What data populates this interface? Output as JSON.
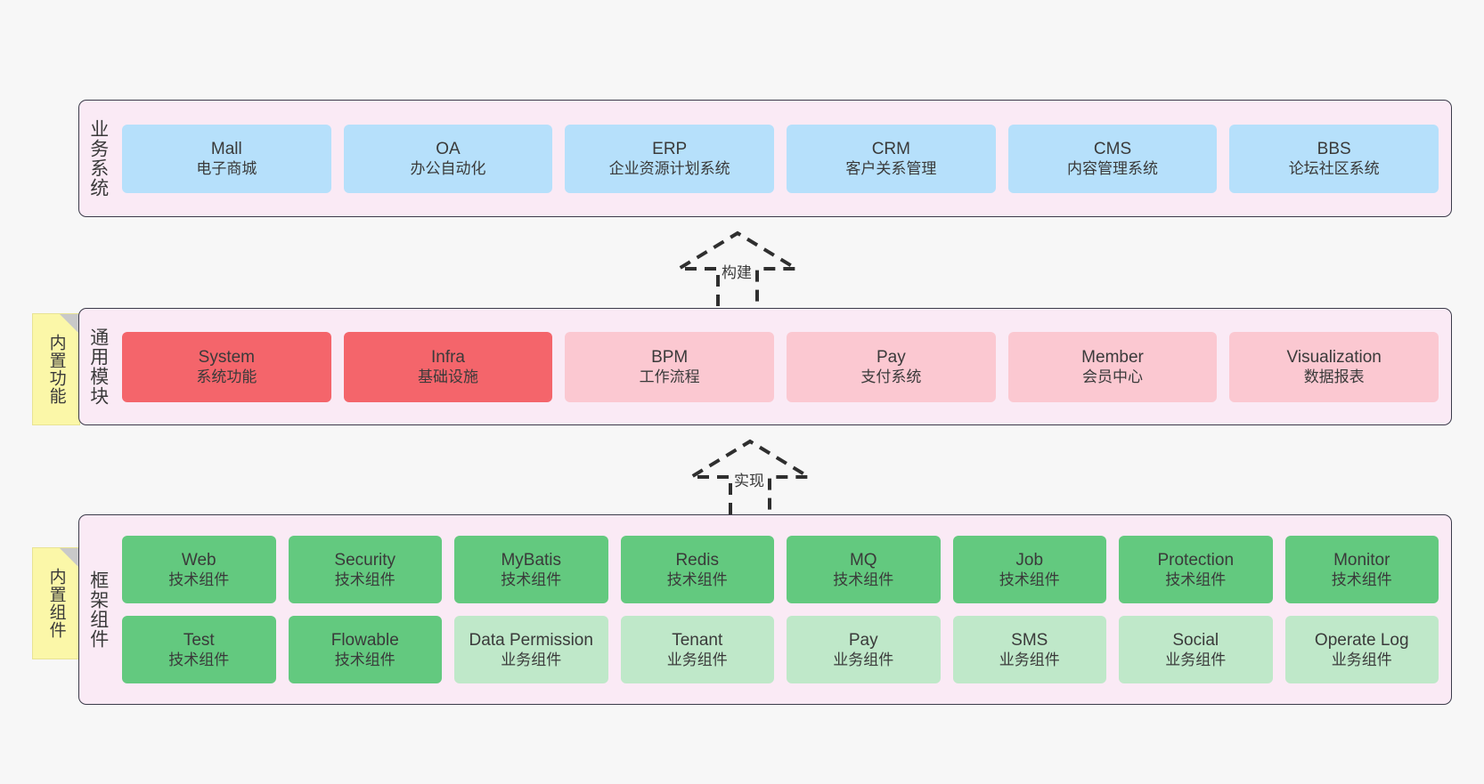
{
  "page": {
    "background": "#f7f7f7",
    "accent_layer_bg": "#faeaf5",
    "note_bg": "#fbf7a8"
  },
  "layers": [
    {
      "id": "business",
      "label": "业务系统",
      "cards": [
        {
          "name": "Mall",
          "desc": "电子商城",
          "color": "#b6e0fb"
        },
        {
          "name": "OA",
          "desc": "办公自动化",
          "color": "#b6e0fb"
        },
        {
          "name": "ERP",
          "desc": "企业资源计划系统",
          "color": "#b6e0fb"
        },
        {
          "name": "CRM",
          "desc": "客户关系管理",
          "color": "#b6e0fb"
        },
        {
          "name": "CMS",
          "desc": "内容管理系统",
          "color": "#b6e0fb"
        },
        {
          "name": "BBS",
          "desc": "论坛社区系统",
          "color": "#b6e0fb"
        }
      ]
    },
    {
      "id": "module",
      "label": "通用模块",
      "note": "内置功能",
      "cards": [
        {
          "name": "System",
          "desc": "系统功能",
          "color": "#f4656b"
        },
        {
          "name": "Infra",
          "desc": "基础设施",
          "color": "#f4656b"
        },
        {
          "name": "BPM",
          "desc": "工作流程",
          "color": "#fbc8d1"
        },
        {
          "name": "Pay",
          "desc": "支付系统",
          "color": "#fbc8d1"
        },
        {
          "name": "Member",
          "desc": "会员中心",
          "color": "#fbc8d1"
        },
        {
          "name": "Visualization",
          "desc": "数据报表",
          "color": "#fbc8d1"
        }
      ]
    },
    {
      "id": "framework",
      "label": "框架组件",
      "note": "内置组件",
      "rows": [
        [
          {
            "name": "Web",
            "desc": "技术组件",
            "color": "#63c97f"
          },
          {
            "name": "Security",
            "desc": "技术组件",
            "color": "#63c97f"
          },
          {
            "name": "MyBatis",
            "desc": "技术组件",
            "color": "#63c97f"
          },
          {
            "name": "Redis",
            "desc": "技术组件",
            "color": "#63c97f"
          },
          {
            "name": "MQ",
            "desc": "技术组件",
            "color": "#63c97f"
          },
          {
            "name": "Job",
            "desc": "技术组件",
            "color": "#63c97f"
          },
          {
            "name": "Protection",
            "desc": "技术组件",
            "color": "#63c97f"
          },
          {
            "name": "Monitor",
            "desc": "技术组件",
            "color": "#63c97f"
          }
        ],
        [
          {
            "name": "Test",
            "desc": "技术组件",
            "color": "#63c97f"
          },
          {
            "name": "Flowable",
            "desc": "技术组件",
            "color": "#63c97f"
          },
          {
            "name": "Data Permission",
            "desc": "业务组件",
            "color": "#bfe8c9"
          },
          {
            "name": "Tenant",
            "desc": "业务组件",
            "color": "#bfe8c9"
          },
          {
            "name": "Pay",
            "desc": "业务组件",
            "color": "#bfe8c9"
          },
          {
            "name": "SMS",
            "desc": "业务组件",
            "color": "#bfe8c9"
          },
          {
            "name": "Social",
            "desc": "业务组件",
            "color": "#bfe8c9"
          },
          {
            "name": "Operate Log",
            "desc": "业务组件",
            "color": "#bfe8c9"
          }
        ]
      ]
    }
  ],
  "connectors": [
    {
      "id": "build",
      "label": "构建",
      "from": "module",
      "to": "business"
    },
    {
      "id": "implement",
      "label": "实现",
      "from": "framework",
      "to": "module"
    }
  ]
}
